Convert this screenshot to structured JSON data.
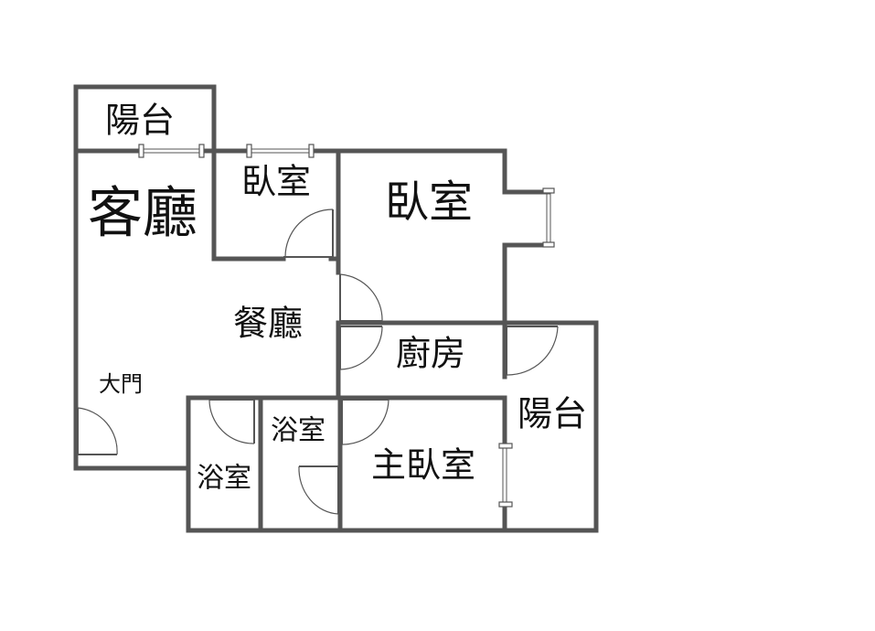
{
  "colors": {
    "wall": "#555555",
    "text": "#111111",
    "background": "#ffffff"
  },
  "rooms": {
    "balcony_top": "陽台",
    "living_room": "客廳",
    "bedroom_small": "臥室",
    "bedroom": "臥室",
    "dining_room": "餐廳",
    "kitchen": "廚房",
    "main_door": "大門",
    "bathroom_left": "浴室",
    "bathroom_mid": "浴室",
    "master_bedroom": "主臥室",
    "balcony_right": "陽台"
  }
}
